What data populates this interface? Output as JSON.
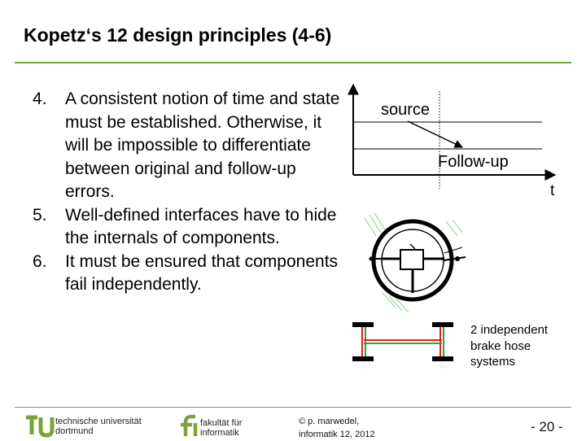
{
  "slide": {
    "title": "Kopetz‘s 12 design principles (4-6)"
  },
  "principles": [
    {
      "number": "4.",
      "text": "A consistent notion of time and state must be established. Otherwise, it will be impossible to differentiate between original and follow-up errors."
    },
    {
      "number": "5.",
      "text": "Well-defined interfaces have to hide the internals of components."
    },
    {
      "number": "6.",
      "text": "It must be ensured that components fail independently."
    }
  ],
  "timing_diagram": {
    "source_label": "source",
    "followup_label": "Follow-up",
    "time_label": "t"
  },
  "brake_figure": {
    "label_line1": "2 independent",
    "label_line2": "brake hose",
    "label_line3": "systems"
  },
  "footer": {
    "tu_line1": "technische universität",
    "tu_line2": "dortmund",
    "fi_line1": "fakultät für",
    "fi_line2": "informatik",
    "copyright_line1": "© p. marwedel,",
    "copyright_line2": "informatik 12,  2012",
    "page_number": "-  20 -"
  },
  "colors": {
    "accent": "#7aa33a",
    "brake_red": "#e0241b",
    "brake_green": "#2aa33a"
  }
}
